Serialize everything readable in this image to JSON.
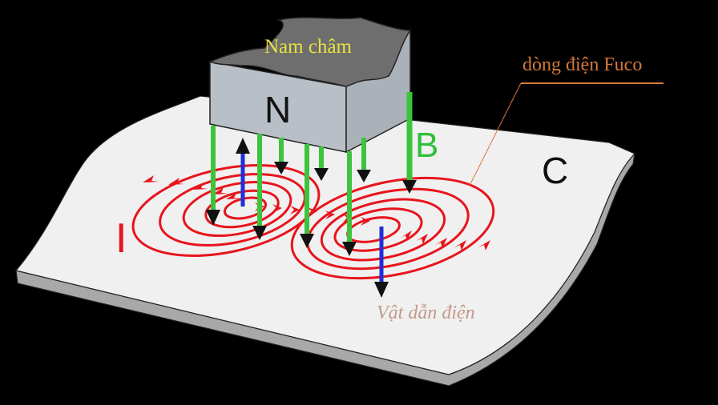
{
  "diagram": {
    "title": "Dòng điện Fuco (eddy currents) induced in a conductor by a moving magnet",
    "background_color": "#000000",
    "labels": {
      "magnet": "Nam châm",
      "pole": "N",
      "field": "B",
      "conductor_letter": "C",
      "current": "I",
      "eddy_current": "dòng điện Fuco",
      "conductor": "Vật dẫn điện"
    },
    "colors": {
      "plate_top": "#f0f0f0",
      "plate_edge": "#a8a8a8",
      "magnet_top": "#6e6e6e",
      "magnet_side": "#b9bfc6",
      "field_lines": "#3cc43c",
      "eddy_currents": "#e8141c",
      "motion_vectors": "#1f2fd6",
      "arrow_heads": "#000000",
      "magnet_label": "#e8e040",
      "eddy_label": "#d4783a",
      "conductor_label": "#c49a8a"
    },
    "elements": {
      "magnet": "Rectangular magnet block with north pole (N) facing down",
      "field_lines_count": 9,
      "eddy_loops": [
        {
          "side": "left",
          "rings": 5,
          "direction": "counter-clockwise (arrows pointing left on top)"
        },
        {
          "side": "right",
          "rings": 5,
          "direction": "clockwise (arrows pointing right on bottom)"
        }
      ],
      "motion_arrows": [
        {
          "position": "left loop center",
          "direction": "up"
        },
        {
          "position": "right loop center",
          "direction": "down"
        }
      ]
    }
  }
}
